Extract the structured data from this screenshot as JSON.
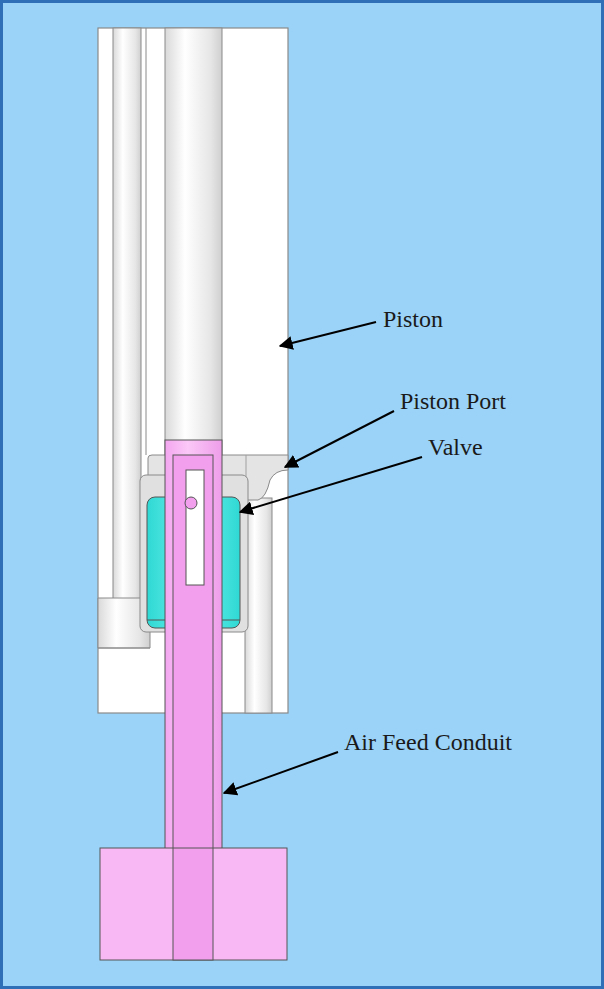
{
  "diagram": {
    "labels": [
      "Piston",
      "Piston Port",
      "Valve",
      "Air Feed Conduit"
    ]
  }
}
